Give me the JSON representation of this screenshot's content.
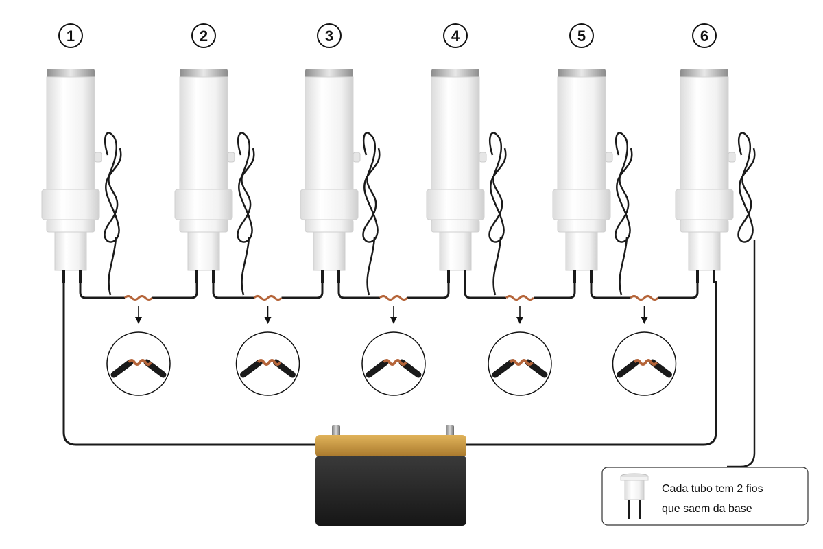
{
  "tubes": [
    {
      "number": "1"
    },
    {
      "number": "2"
    },
    {
      "number": "3"
    },
    {
      "number": "4"
    },
    {
      "number": "5"
    },
    {
      "number": "6"
    }
  ],
  "splices": [
    {
      "name": "splice-1-2"
    },
    {
      "name": "splice-2-3"
    },
    {
      "name": "splice-3-4"
    },
    {
      "name": "splice-4-5"
    },
    {
      "name": "splice-5-6"
    }
  ],
  "note": {
    "line1": "Cada tubo tem 2 fios",
    "line2": "que saem da base"
  },
  "colors": {
    "wire": "#1a1a1a",
    "copper": "#b5653a",
    "battery_top": "#c9973f",
    "battery_body": "#2a2a2a",
    "tube": "#f4f4f4"
  }
}
